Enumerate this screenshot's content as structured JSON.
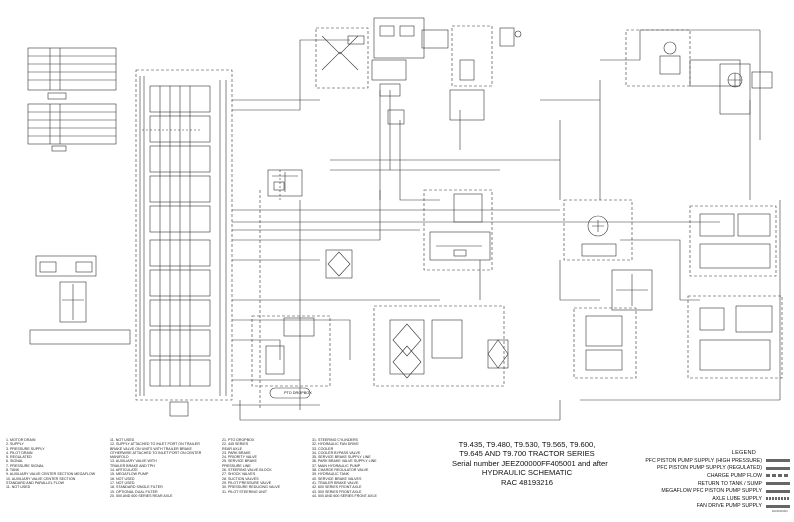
{
  "title_block": {
    "line1": "T9.435, T9.480, T9.530, T9.565, T9.600,",
    "line2": "T9.645 AND T9.700 TRACTOR SERIES",
    "line3": "Serial number JEEZ00000FF405001 and after",
    "line4": "HYDRAULIC SCHEMATIC",
    "line5": "RAC 48193216"
  },
  "legend": {
    "title": "LEGEND",
    "items": [
      {
        "label": "PFC PISTON PUMP SUPPLY (HIGH PRESSURE)",
        "style": "solid"
      },
      {
        "label": "PFC PISTON PUMP SUPPLY (REGULATED)",
        "style": "solid"
      },
      {
        "label": "CHARGE PUMP FLOW",
        "style": "dash"
      },
      {
        "label": "RETURN TO TANK / SUMP",
        "style": "solid"
      },
      {
        "label": "MEGAFLOW PFC PISTON PUMP SUPPLY",
        "style": "solid"
      },
      {
        "label": "AXLE LUBE SUPPLY",
        "style": "dot"
      },
      {
        "label": "FAN DRIVE PUMP SUPPLY",
        "style": "solid"
      }
    ]
  },
  "notes": {
    "col1": [
      "1. MOTOR DRAIN",
      "2. SUPPLY",
      "3. PRESSURE SUPPLY",
      "4. PILOT DRAIN",
      "5. REGULATED",
      "6. SIGNAL",
      "7. PRESSURE SIGNAL",
      "8. TANK",
      "9. AUXILIARY VALVE CENTER SECTION MEGAFLOW",
      "10. AUXILIARY VALVE CENTER SECTION",
      "    STANDARD AND PARALLEL FLOW",
      "11. NOT USED"
    ],
    "col2": [
      "11. NOT USED",
      "12. SUPPLY ATTACHED TO INLET PORT ON TRAILER",
      "    BRAKE VALVE ON UNITS WITH TRAILER BRAKE",
      "    OTHERWISE ATTACHED TO INLET PORT ON CENTER",
      "    MANIFOLD",
      "13. AUXILIARY VALVE WITH",
      "    TRAILER BRAKE AND TPH",
      "14. ARTICULATE",
      "15. MEGAFLOW PUMP",
      "16. NOT USED",
      "17. NOT USED",
      "18. STANDARD SINGLE FILTER",
      "19. OPTIONAL DUAL FILTER",
      "20. 500 AND 600 SERIES REAR AXLE"
    ],
    "col3": [
      "21. PTO DROPBOX",
      "22. 445 SERIES",
      "    REAR AXLE",
      "23. PARK BRAKE",
      "24. PRIORITY VALVE",
      "25. SERVICE BRAKE",
      "    PRESSURE LINE",
      "26. STEERING VALVE BLOCK",
      "27. SHOCK VALVES",
      "28. SUCTION VALVES",
      "29. PILOT PRESSURE VALVE",
      "30. PRESSURE REDUCING VALVE",
      "31. PILOT STEERING UNIT"
    ],
    "col4": [
      "31. STEERING CYLINDERS",
      "32. HYDRAULIC FAN DRIVE",
      "33. COOLER",
      "34. COOLER BYPASS VALVE",
      "35. SERVICE BRAKE SUPPLY LINE",
      "36. PARK BRAKE VALVE SUPPLY LINE",
      "37. MAIN HYDRAULIC PUMP",
      "38. CHARGE REGULATOR VALVE",
      "39. HYDRAULIC TANK",
      "40. SERVICE BRAKE VALVES",
      "41. TRAILER BRAKE VALVE",
      "42. 600 SERIES FRONT AXLE",
      "43. 500 SERIES FRONT AXLE",
      "44. 500 AND 600 SERIES FRONT AXLE"
    ]
  },
  "pto_label": "PTO DROPBOX",
  "doc_id": "RAC48193216"
}
